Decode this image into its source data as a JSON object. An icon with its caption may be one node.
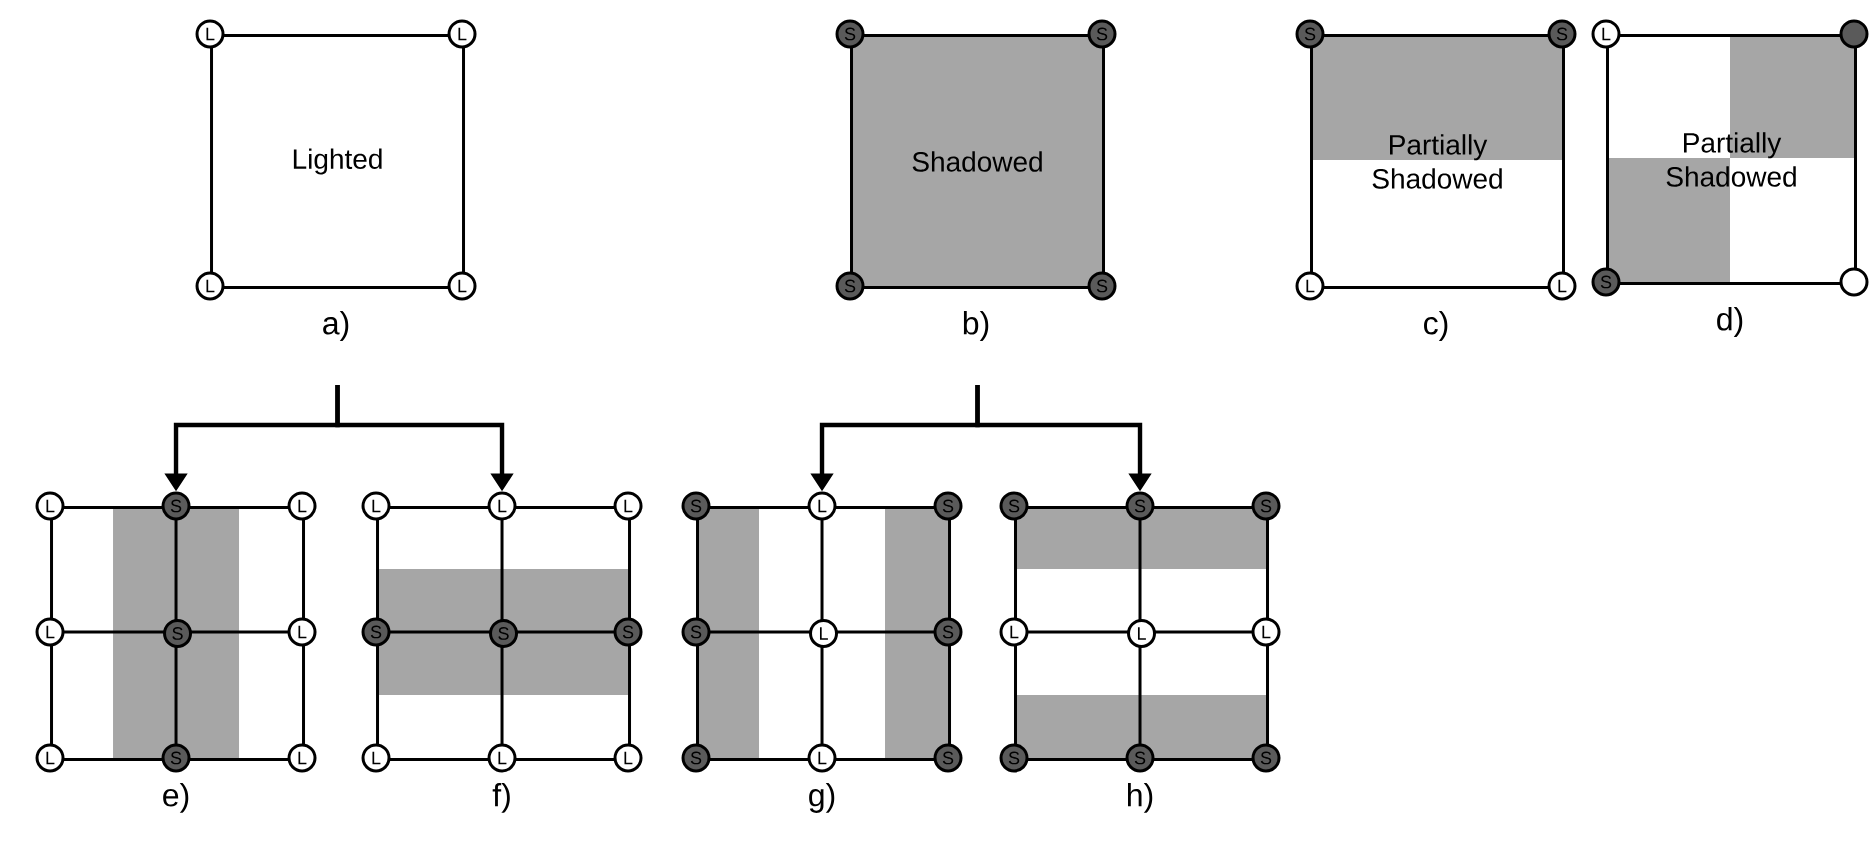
{
  "diagram": {
    "nodes": [
      {
        "text": [
          "Lighted"
        ],
        "beside": [
          "a)"
        ]
      },
      {
        "text": [
          "L"
        ]
      },
      {
        "text": [
          "L"
        ]
      },
      {
        "text": [
          "L"
        ]
      },
      {
        "text": [
          "L"
        ]
      },
      {
        "text": [
          "Shadowed"
        ],
        "beside": [
          "b)"
        ]
      },
      {
        "text": [
          "S"
        ]
      },
      {
        "text": [
          "S"
        ]
      },
      {
        "text": [
          "S"
        ]
      },
      {
        "text": [
          "S"
        ]
      },
      {
        "text": [
          "Partially Shadowed"
        ],
        "beside": [
          "c)"
        ]
      },
      {
        "text": [
          "S"
        ]
      },
      {
        "text": [
          "S"
        ]
      },
      {
        "text": [
          "L"
        ]
      },
      {
        "text": [
          "L"
        ]
      },
      {
        "text": [
          "Partially Shadowed"
        ],
        "beside": [
          "d)"
        ]
      },
      {
        "text": [
          "L"
        ]
      },
      {
        "text": [],
        "shape": "circle"
      },
      {
        "text": [
          "S"
        ]
      },
      {
        "text": [],
        "shape": "circle"
      },
      {
        "text": [],
        "shape": "box",
        "beside": [
          "e)"
        ]
      },
      {
        "text": [
          "L"
        ]
      },
      {
        "text": [
          "S"
        ]
      },
      {
        "text": [
          "L"
        ]
      },
      {
        "text": [
          "L"
        ]
      },
      {
        "text": [
          "S"
        ],
        "in": 20
      },
      {
        "text": [
          "L"
        ]
      },
      {
        "text": [
          "L"
        ]
      },
      {
        "text": [
          "S"
        ]
      },
      {
        "text": [
          "L"
        ]
      },
      {
        "text": [],
        "shape": "box",
        "beside": [
          "f)"
        ]
      },
      {
        "text": [
          "L"
        ]
      },
      {
        "text": [
          "L"
        ]
      },
      {
        "text": [
          "L"
        ]
      },
      {
        "text": [
          "S"
        ]
      },
      {
        "text": [
          "S"
        ],
        "in": 30
      },
      {
        "text": [
          "S"
        ]
      },
      {
        "text": [
          "L"
        ]
      },
      {
        "text": [
          "L"
        ]
      },
      {
        "text": [
          "L"
        ]
      },
      {
        "text": [],
        "shape": "box",
        "beside": [
          "g)"
        ]
      },
      {
        "text": [
          "S"
        ]
      },
      {
        "text": [
          "L"
        ]
      },
      {
        "text": [
          "S"
        ]
      },
      {
        "text": [
          "S"
        ]
      },
      {
        "text": [
          "L"
        ],
        "in": 40
      },
      {
        "text": [
          "S"
        ]
      },
      {
        "text": [
          "S"
        ]
      },
      {
        "text": [
          "L"
        ]
      },
      {
        "text": [
          "S"
        ]
      },
      {
        "text": [],
        "shape": "box",
        "beside": [
          "h)"
        ]
      },
      {
        "text": [
          "S"
        ]
      },
      {
        "text": [
          "S"
        ]
      },
      {
        "text": [
          "S"
        ]
      },
      {
        "text": [
          "L"
        ]
      },
      {
        "text": [
          "L"
        ],
        "in": 50
      },
      {
        "text": [
          "L"
        ]
      },
      {
        "text": [
          "S"
        ]
      },
      {
        "text": [
          "S"
        ]
      },
      {
        "text": [
          "S"
        ]
      }
    ],
    "edges": [
      {
        "from": 0,
        "to": 22,
        "arrow": "to"
      },
      {
        "from": 0,
        "to": 32,
        "arrow": "to"
      },
      {
        "from": 5,
        "to": 42,
        "arrow": "to"
      },
      {
        "from": 5,
        "to": 52,
        "arrow": "to"
      }
    ]
  }
}
